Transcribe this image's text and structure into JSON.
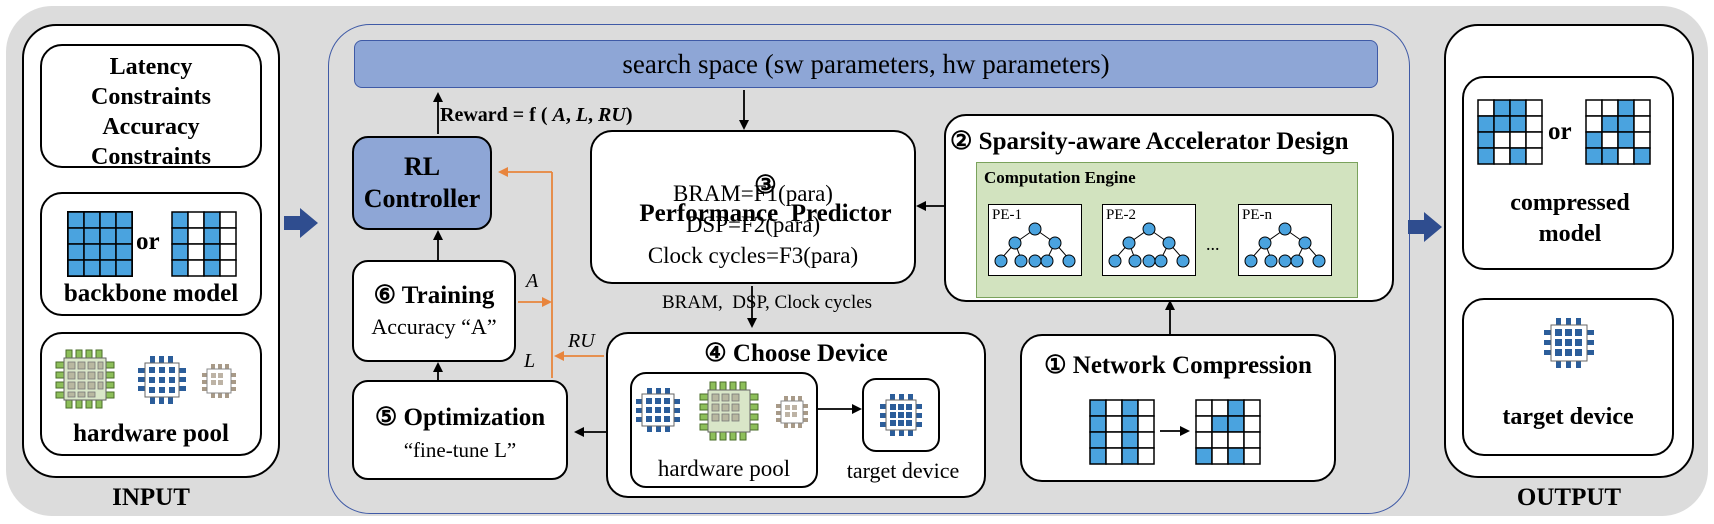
{
  "input": {
    "section_label": "INPUT",
    "constraints": [
      "Latency",
      "Constraints",
      "Accuracy",
      "Constraints"
    ],
    "or_label": "or",
    "backbone_label": "backbone model",
    "hardware_pool_label": "hardware pool"
  },
  "output": {
    "section_label": "OUTPUT",
    "or_label": "or",
    "compressed_model_label": "compressed model",
    "target_device_label": "target device"
  },
  "search_space": "search space (sw parameters, hw parameters)",
  "reward": {
    "prefix": "Reward = f (",
    "a": "A",
    "l": "L",
    "ru": "RU",
    "suffix": ")"
  },
  "rl_controller": [
    "RL",
    "Controller"
  ],
  "training": {
    "num": "⑥",
    "title": "Training",
    "subtitle": "Accuracy “A”"
  },
  "optimization": {
    "num": "⑤",
    "title": "Optimization",
    "subtitle": "“fine-tune L”"
  },
  "performance_predictor": {
    "num": "③",
    "title": "Performance  Predictor",
    "lines": [
      "BRAM=F1(para)",
      "DSP=F2(para)",
      "Clock cycles=F3(para)"
    ]
  },
  "predictor_outputs": "BRAM,  DSP, Clock cycles",
  "accelerator": {
    "num": "②",
    "title": "Sparsity-aware Accelerator Design",
    "engine_label": "Computation Engine",
    "pe_labels": [
      "PE-1",
      "PE-2",
      "PE-n"
    ],
    "ellipsis": "..."
  },
  "choose_device": {
    "num": "④",
    "title": "Choose Device",
    "pool_label": "hardware pool",
    "target_label": "target device"
  },
  "network_compression": {
    "num": "①",
    "title": "Network Compression"
  },
  "arrow_labels": {
    "a": "A",
    "l": "L",
    "ru": "RU"
  },
  "colors": {
    "grid_blue": "#4aa3df",
    "bar_blue": "#8ea6d6",
    "orange": "#e8853d",
    "green_panel": "#d2e3bf",
    "flow_arrow": "#2f4d8f"
  }
}
